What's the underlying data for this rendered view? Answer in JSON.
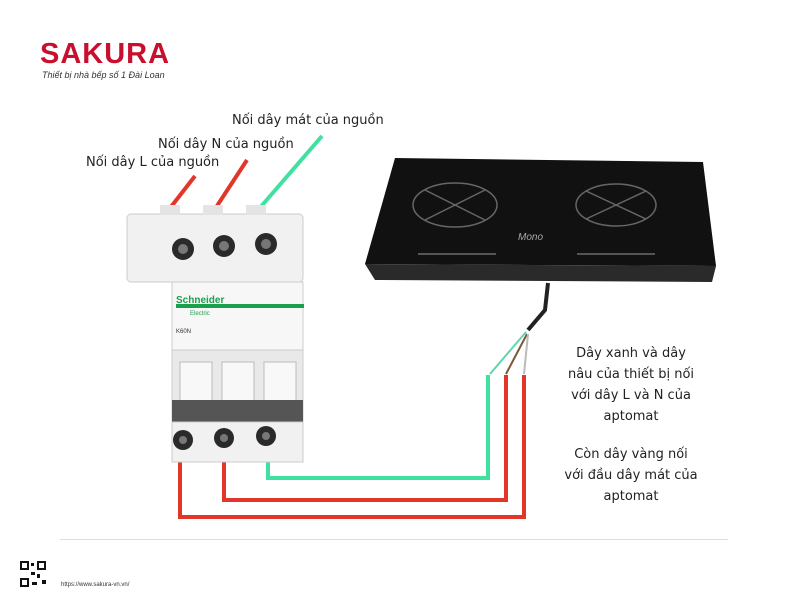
{
  "header": {
    "brand": "SAKURA",
    "tagline": "Thiết bị nhà bếp số 1 Đài Loan"
  },
  "labels": {
    "ground": "Nối dây mát của nguồn",
    "neutral": "Nối dây N của nguồn",
    "live": "Nối dây L của nguồn"
  },
  "breaker": {
    "brand": "Schneider",
    "sub": "Electric",
    "model": "K60N"
  },
  "cooktop": {
    "brand": "Mono"
  },
  "notes": {
    "line1": "Dây xanh và dây",
    "line2": "nâu của thiết bị nối",
    "line3": "với dây L và N của",
    "line4": "aptomat",
    "line5": "Còn dây vàng nối",
    "line6": "với đầu dây mát của",
    "line7": "aptomat"
  },
  "footer": {
    "url": "https://www.sakura-vn.vn/"
  },
  "colors": {
    "brand_red": "#c8102e",
    "wire_red": "#e2362a",
    "wire_green": "#3fe0a0",
    "breaker_green": "#1aa04a",
    "cooktop": "#111111"
  }
}
